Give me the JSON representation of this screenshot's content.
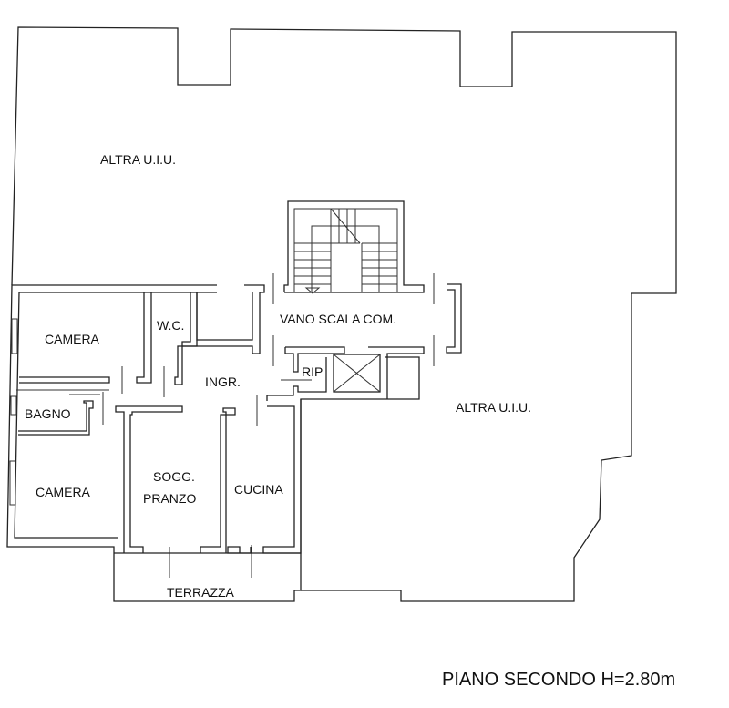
{
  "title": "PIANO SECONDO H=2.80m",
  "rooms": {
    "altra_top": "ALTRA U.I.U.",
    "altra_right": "ALTRA U.I.U.",
    "vano_scala": "VANO SCALA COM.",
    "camera_1": "CAMERA",
    "wc": "W.C.",
    "ingresso": "INGR.",
    "ripostiglio": "RIP",
    "bagno": "BAGNO",
    "camera_2": "CAMERA",
    "soggiorno_1": "SOGG.",
    "soggiorno_2": "PRANZO",
    "cucina": "CUCINA",
    "terrazza": "TERRAZZA"
  }
}
